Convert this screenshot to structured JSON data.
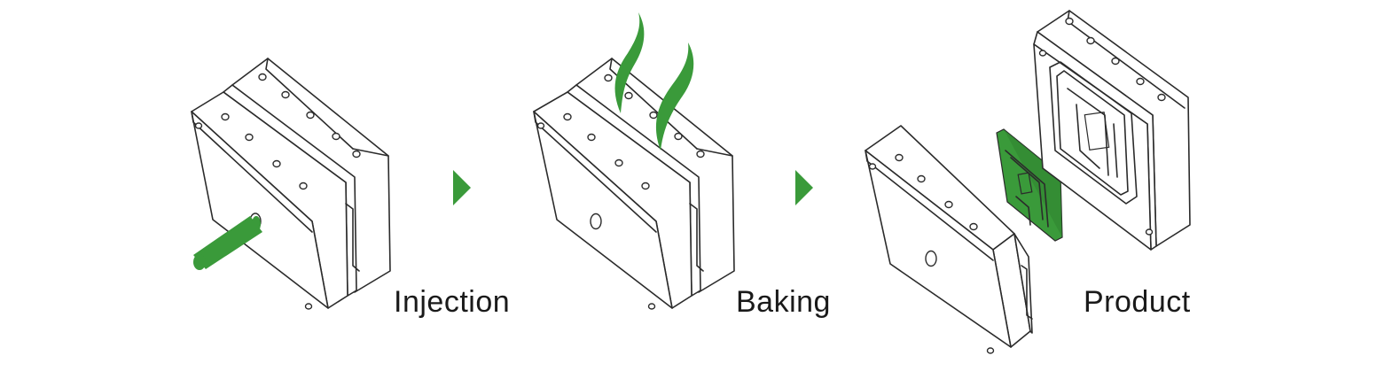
{
  "steps": [
    {
      "id": "injection",
      "label": "Injection"
    },
    {
      "id": "baking",
      "label": "Baking"
    },
    {
      "id": "product",
      "label": "Product"
    }
  ],
  "colors": {
    "accent": "#3a9a3a",
    "line": "#2b2b2b",
    "background": "#ffffff"
  },
  "icons": [
    "mold-block-icon",
    "injection-nozzle-icon",
    "steam-icon",
    "arrow-right-icon",
    "molded-part-icon"
  ]
}
